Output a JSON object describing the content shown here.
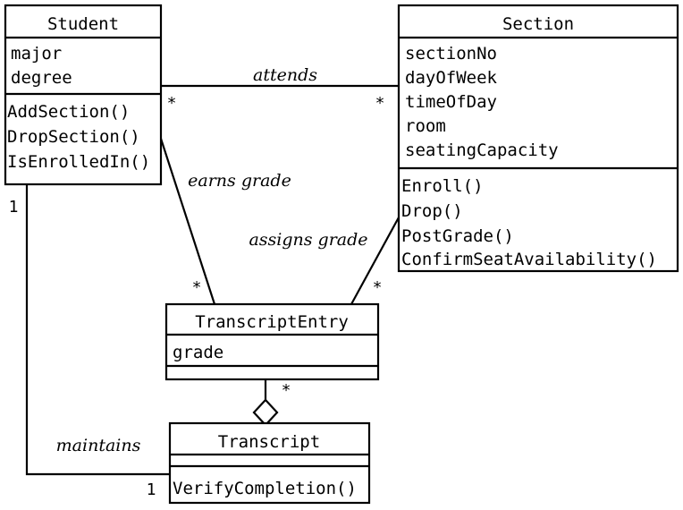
{
  "diagram": {
    "title": "UML Class Diagram",
    "type": "uml-class-diagram",
    "background_color": "#ffffff",
    "line_color": "#000000",
    "classes": [
      {
        "id": "student",
        "name": "Student",
        "attributes": [
          "major",
          "degree"
        ],
        "operations": [
          "AddSection()",
          "DropSection()",
          "IsEnrolledIn()"
        ]
      },
      {
        "id": "section",
        "name": "Section",
        "attributes": [
          "sectionNo",
          "dayOfWeek",
          "timeOfDay",
          "room",
          "seatingCapacity"
        ],
        "operations": [
          "Enroll()",
          "Drop()",
          "PostGrade()",
          "ConfirmSeatAvailability()"
        ]
      },
      {
        "id": "transcriptentry",
        "name": "TranscriptEntry",
        "attributes": [
          "grade"
        ],
        "operations": []
      },
      {
        "id": "transcript",
        "name": "Transcript",
        "attributes": [],
        "operations": [
          "VerifyCompletion()"
        ]
      }
    ],
    "associations": [
      {
        "id": "attends",
        "label": "attends",
        "from": "student",
        "to": "section",
        "from_multiplicity": "*",
        "to_multiplicity": "*",
        "kind": "association"
      },
      {
        "id": "earns-grade",
        "label": "earns grade",
        "from": "student",
        "to": "transcriptentry",
        "from_multiplicity": "",
        "to_multiplicity": "*",
        "kind": "association"
      },
      {
        "id": "assigns-grade",
        "label": "assigns grade",
        "from": "section",
        "to": "transcriptentry",
        "from_multiplicity": "",
        "to_multiplicity": "*",
        "kind": "association"
      },
      {
        "id": "aggregation",
        "label": "",
        "from": "transcriptentry",
        "to": "transcript",
        "from_multiplicity": "*",
        "to_multiplicity": "",
        "kind": "aggregation"
      },
      {
        "id": "maintains",
        "label": "maintains",
        "from": "student",
        "to": "transcript",
        "from_multiplicity": "1",
        "to_multiplicity": "1",
        "kind": "association"
      }
    ]
  },
  "labels": {
    "student_name": "Student",
    "student_attr_0": "major",
    "student_attr_1": "degree",
    "student_op_0": "AddSection()",
    "student_op_1": "DropSection()",
    "student_op_2": "IsEnrolledIn()",
    "section_name": "Section",
    "section_attr_0": "sectionNo",
    "section_attr_1": "dayOfWeek",
    "section_attr_2": "timeOfDay",
    "section_attr_3": "room",
    "section_attr_4": "seatingCapacity",
    "section_op_0": "Enroll()",
    "section_op_1": "Drop()",
    "section_op_2": "PostGrade()",
    "section_op_3": "ConfirmSeatAvailability()",
    "transcriptentry_name": "TranscriptEntry",
    "transcriptentry_attr_0": "grade",
    "transcript_name": "Transcript",
    "transcript_op_0": "VerifyCompletion()",
    "assoc_attends": "attends",
    "assoc_earns_grade": "earns grade",
    "assoc_assigns_grade": "assigns grade",
    "assoc_maintains": "maintains",
    "mult_attends_student": "*",
    "mult_attends_section": "*",
    "mult_earns_te": "*",
    "mult_assigns_te": "*",
    "mult_agg_te": "*",
    "mult_maintains_student": "1",
    "mult_maintains_transcript": "1"
  }
}
